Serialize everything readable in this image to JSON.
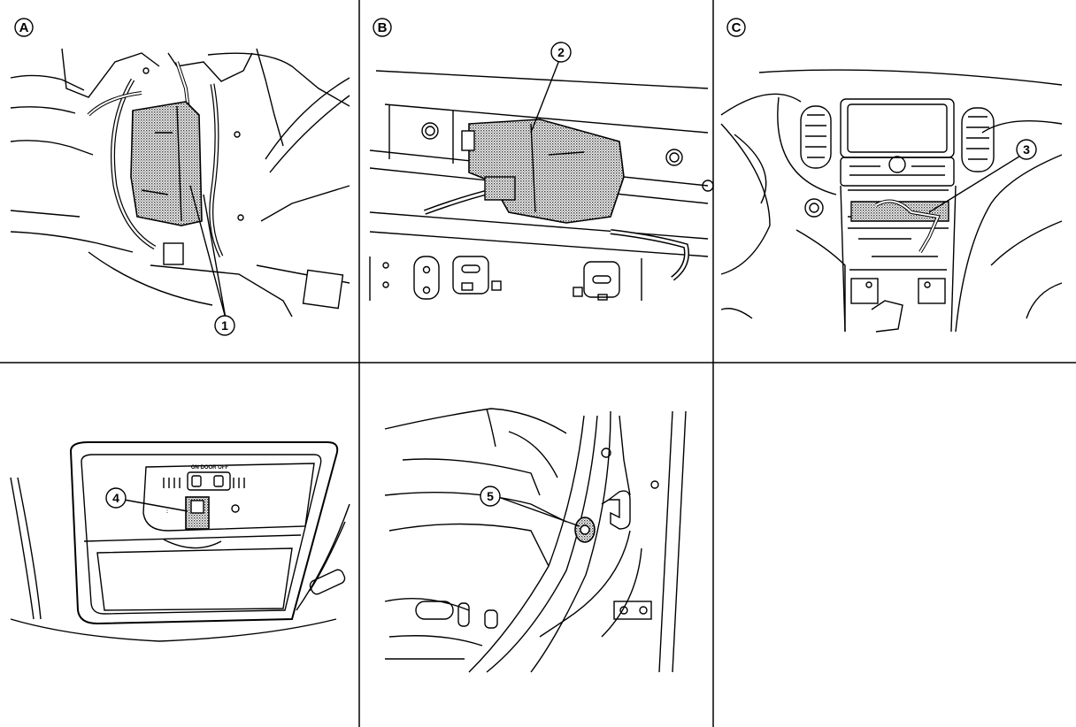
{
  "panels": [
    {
      "letter": "A",
      "callout": "1"
    },
    {
      "letter": "B",
      "callout": "2"
    },
    {
      "letter": "C",
      "callout": "3"
    },
    {
      "letter": "",
      "callout": "4",
      "switch_text": "ON  DOOR  OFF"
    },
    {
      "letter": "",
      "callout": "5"
    },
    {
      "letter": "",
      "callout": ""
    }
  ],
  "colors": {
    "line": "#000000",
    "hatch": "#555555",
    "background": "#ffffff"
  }
}
